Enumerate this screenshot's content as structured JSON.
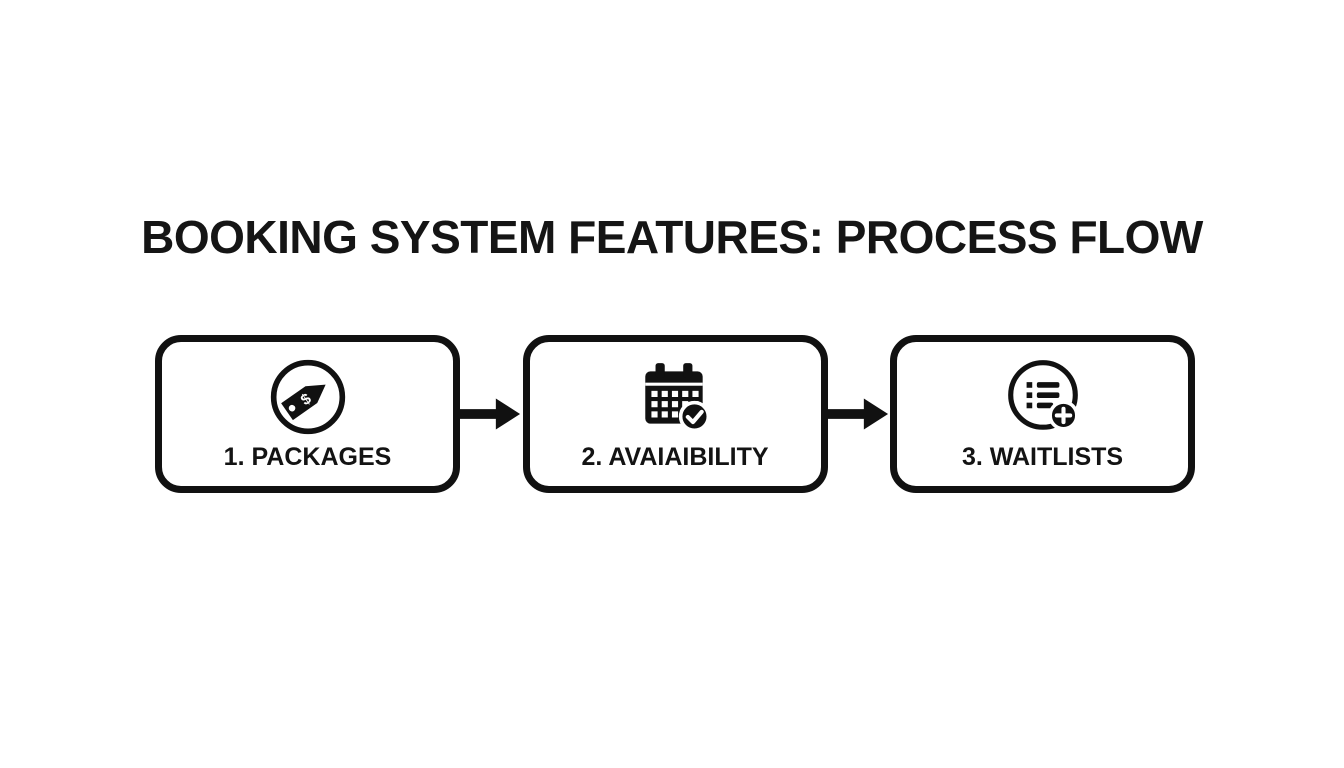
{
  "title": "BOOKING SYSTEM FEATURES: PROCESS FLOW",
  "steps": [
    {
      "label": "1. PACKAGES",
      "icon": "price-tag-icon"
    },
    {
      "label": "2. AVAIAIBILITY",
      "icon": "calendar-check-icon"
    },
    {
      "label": "3. WAITLISTS",
      "icon": "list-add-icon"
    }
  ],
  "icons": {
    "dollar_glyph": "$"
  },
  "colors": {
    "ink": "#111111",
    "background": "#ffffff"
  }
}
